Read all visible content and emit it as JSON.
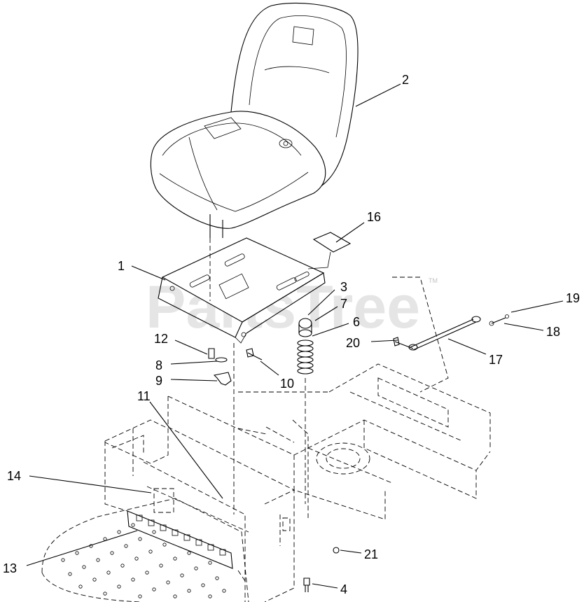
{
  "watermark": {
    "text": "PartsTree",
    "trademark": "TM"
  },
  "callouts": [
    {
      "id": "c1",
      "label": "1"
    },
    {
      "id": "c2",
      "label": "2"
    },
    {
      "id": "c3",
      "label": "3"
    },
    {
      "id": "c4",
      "label": "4"
    },
    {
      "id": "c6",
      "label": "6"
    },
    {
      "id": "c7",
      "label": "7"
    },
    {
      "id": "c8",
      "label": "8"
    },
    {
      "id": "c9",
      "label": "9"
    },
    {
      "id": "c10",
      "label": "10"
    },
    {
      "id": "c11",
      "label": "11"
    },
    {
      "id": "c12",
      "label": "12"
    },
    {
      "id": "c13",
      "label": "13"
    },
    {
      "id": "c14",
      "label": "14"
    },
    {
      "id": "c16",
      "label": "16"
    },
    {
      "id": "c17",
      "label": "17"
    },
    {
      "id": "c18",
      "label": "18"
    },
    {
      "id": "c19",
      "label": "19"
    },
    {
      "id": "c20",
      "label": "20"
    },
    {
      "id": "c21",
      "label": "21"
    }
  ]
}
